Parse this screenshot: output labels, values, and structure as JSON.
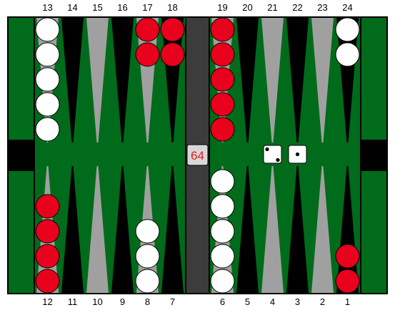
{
  "top_point_labels": [
    "13",
    "14",
    "15",
    "16",
    "17",
    "18",
    "19",
    "20",
    "21",
    "22",
    "23",
    "24"
  ],
  "bottom_point_labels": [
    "12",
    "11",
    "10",
    "9",
    "8",
    "7",
    "6",
    "5",
    "4",
    "3",
    "2",
    "1"
  ],
  "colors": {
    "felt": "#006b1a",
    "frame": "#000000",
    "bar": "#3c3c3c",
    "point_dark": "#000000",
    "point_light": "#a0a0a0",
    "checker_white": "#ffffff",
    "checker_red": "#e8001c",
    "cube_text": "#e21a1a"
  },
  "doubling_cube": {
    "value": "64"
  },
  "dice": [
    {
      "value": 2,
      "name": "die-two"
    },
    {
      "value": 1,
      "name": "die-one"
    }
  ],
  "checkers": [
    {
      "point": 13,
      "color": "white",
      "count": 5
    },
    {
      "point": 17,
      "color": "red",
      "count": 2
    },
    {
      "point": 18,
      "color": "red",
      "count": 2
    },
    {
      "point": 19,
      "color": "red",
      "count": 5
    },
    {
      "point": 24,
      "color": "white",
      "count": 2
    },
    {
      "point": 12,
      "color": "red",
      "count": 4
    },
    {
      "point": 8,
      "color": "white",
      "count": 3
    },
    {
      "point": 6,
      "color": "white",
      "count": 5
    },
    {
      "point": 1,
      "color": "red",
      "count": 2
    }
  ]
}
